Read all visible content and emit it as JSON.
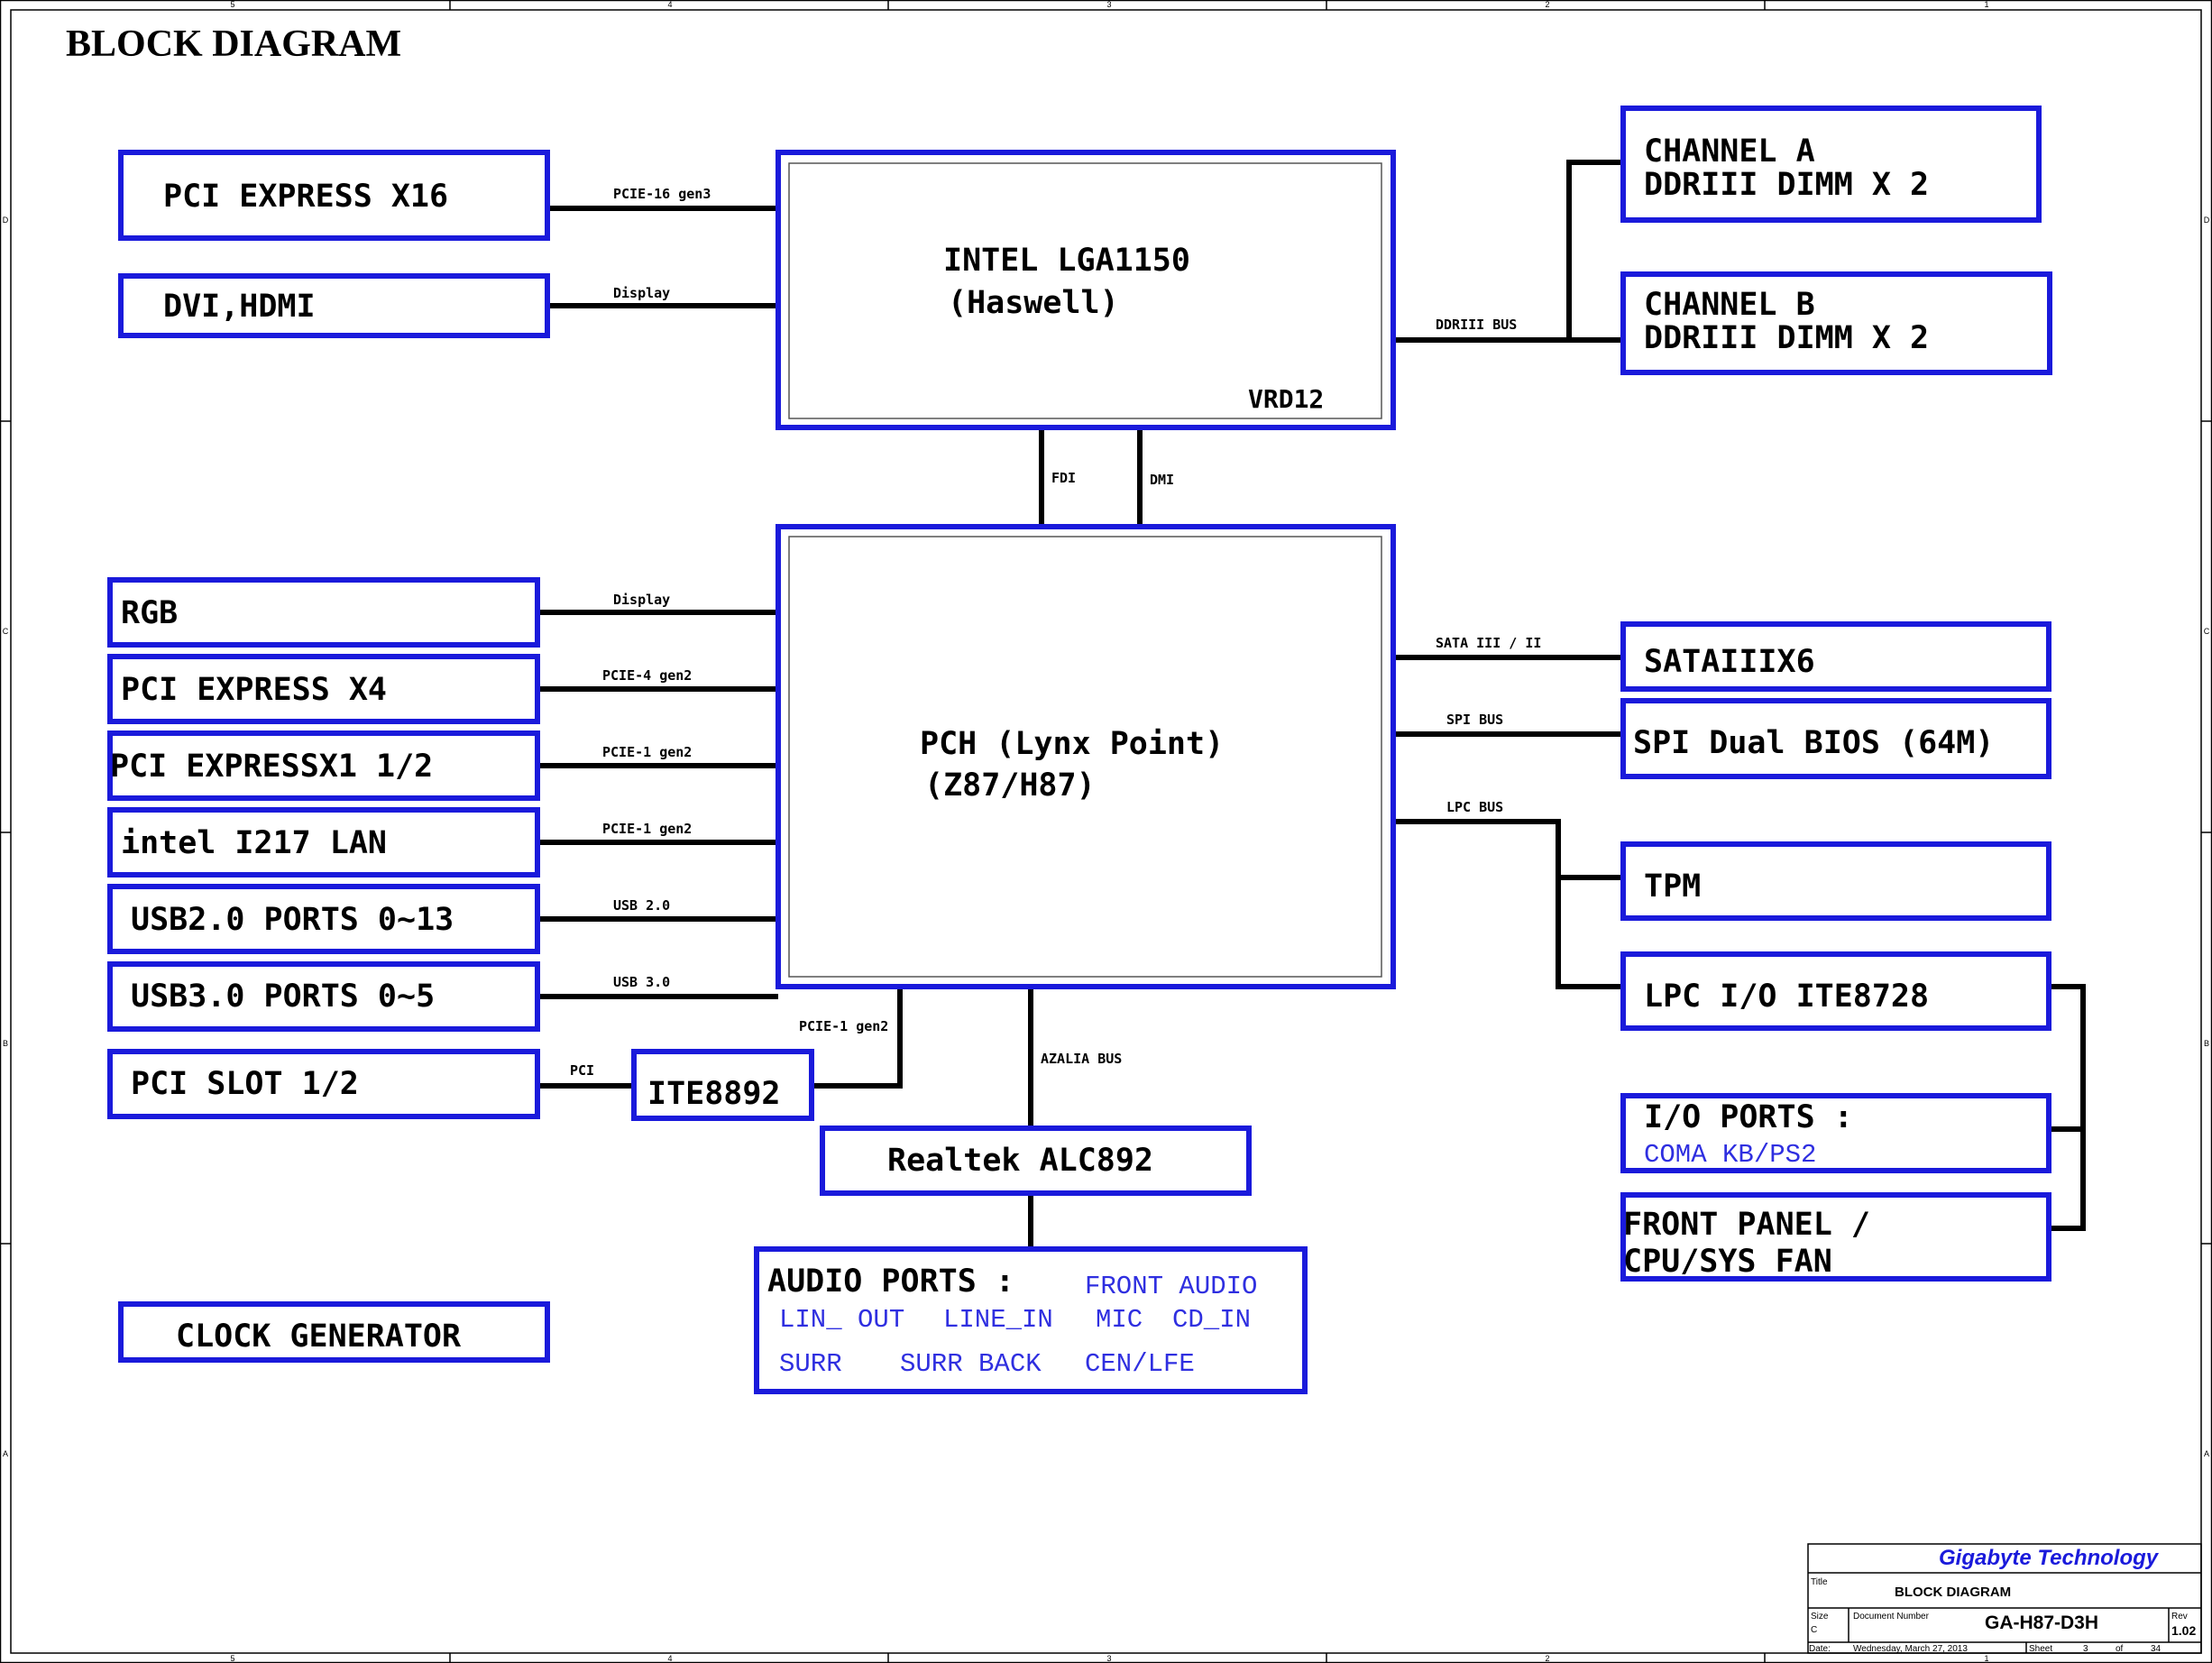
{
  "page_title": "BLOCK DIAGRAM",
  "colors": {
    "block_border": "#1a1adb",
    "subtext": "#2f2fe0",
    "wire": "#000000"
  },
  "border": {
    "col_labels": [
      "5",
      "4",
      "3",
      "2",
      "1"
    ],
    "row_labels": [
      "D",
      "C",
      "B",
      "A"
    ]
  },
  "blocks": {
    "cpu": {
      "line1": "INTEL LGA1150",
      "line2": "(Haswell)",
      "corner": "VRD12"
    },
    "pch": {
      "line1": "PCH  (Lynx Point)",
      "line2": "(Z87/H87)"
    },
    "pcie_x16": "PCI EXPRESS X16",
    "dvi_hdmi": "DVI,HDMI",
    "rgb": "RGB",
    "pcie_x4": "PCI EXPRESS X4",
    "pcie_x1": "PCI EXPRESSX1 1/2",
    "lan": "intel I217 LAN",
    "usb2": "USB2.0 PORTS 0~13",
    "usb3": "USB3.0 PORTS 0~5",
    "pci_slot": "PCI SLOT 1/2",
    "ite8892": "ITE8892",
    "realtek": "Realtek ALC892",
    "clock": "CLOCK GENERATOR",
    "chan_a": {
      "line1": "CHANNEL A",
      "line2": "DDRIII  DIMM X 2"
    },
    "chan_b": {
      "line1": "CHANNEL B",
      "line2": "DDRIII DIMM X 2"
    },
    "sata": "SATAIIIX6",
    "spi": "SPI Dual BIOS (64M)",
    "tpm": "TPM",
    "lpc_io": "LPC I/O ITE8728",
    "io_ports": {
      "title": "I/O PORTS  :",
      "items": "COMA  KB/PS2"
    },
    "front_panel": {
      "line1": "FRONT PANEL /",
      "line2": "CPU/SYS FAN"
    },
    "audio": {
      "title": "AUDIO PORTS  :",
      "front": "FRONT AUDIO",
      "row1": [
        "LIN_ OUT",
        "LINE_IN",
        "MIC",
        "CD_IN"
      ],
      "row2": [
        "SURR",
        "SURR BACK",
        "CEN/LFE"
      ]
    }
  },
  "buses": {
    "pcie16": "PCIE-16 gen3",
    "display_cpu": "Display",
    "ddr": "DDRIII BUS",
    "fdi": "FDI",
    "dmi": "DMI",
    "display_pch": "Display",
    "pcie4": "PCIE-4 gen2",
    "pcie1_a": "PCIE-1 gen2",
    "pcie1_b": "PCIE-1 gen2",
    "usb20": "USB 2.0",
    "usb30": "USB 3.0",
    "pcie1_c": "PCIE-1 gen2",
    "pci": "PCI",
    "azalia": "AZALIA BUS",
    "sata": "SATA III / II",
    "spi": "SPI BUS",
    "lpc": "LPC BUS"
  },
  "title_block": {
    "company": "Gigabyte Technology",
    "title_label": "Title",
    "title": "BLOCK DIAGRAM",
    "size_label": "Size",
    "size": "C",
    "docnum_label": "Document Number",
    "docnum": "GA-H87-D3H",
    "rev_label": "Rev",
    "rev": "1.02",
    "date_label": "Date:",
    "date": "Wednesday, March 27, 2013",
    "sheet_label": "Sheet",
    "sheet": "3",
    "of_label": "of",
    "total": "34"
  }
}
